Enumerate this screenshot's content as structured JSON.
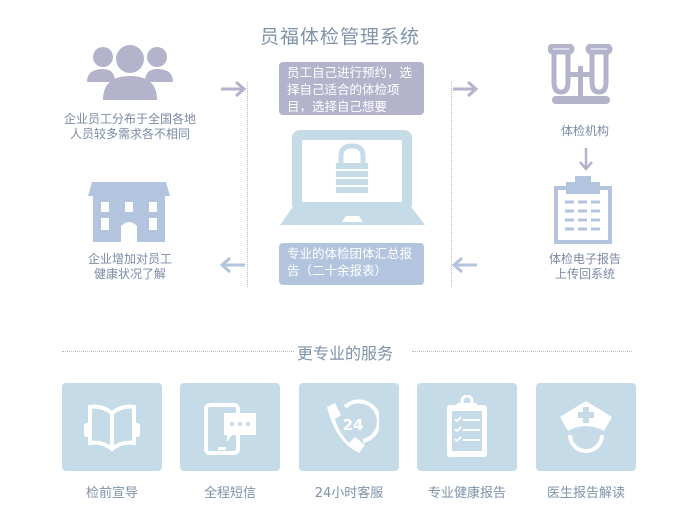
{
  "title": "员福体检管理系统",
  "flow": {
    "employees": [
      "企业员工分布于全国各地",
      "人员较多需求各不相同"
    ],
    "booking_box": "员工自己进行预约，选择自己适合的体检项目，选择自己想要",
    "institution": "体检机构",
    "report_upload": [
      "体检电子报告",
      "上传回系统"
    ],
    "summary_box": "专业的体检团体汇总报告（二十余报表）",
    "company": [
      "企业增加对员工",
      "健康状况了解"
    ]
  },
  "services": {
    "title": "更专业的服务",
    "items": [
      {
        "label": "检前宣导",
        "icon": "book-icon"
      },
      {
        "label": "全程短信",
        "icon": "sms-icon"
      },
      {
        "label": "24小时客服",
        "icon": "phone-24-icon"
      },
      {
        "label": "专业健康报告",
        "icon": "clipboard-icon"
      },
      {
        "label": "医生报告解读",
        "icon": "nurse-icon"
      }
    ]
  },
  "colors": {
    "purple": "#b4b3cc",
    "light_blue": "#c5dbe8",
    "blue": "#b3c4de"
  }
}
